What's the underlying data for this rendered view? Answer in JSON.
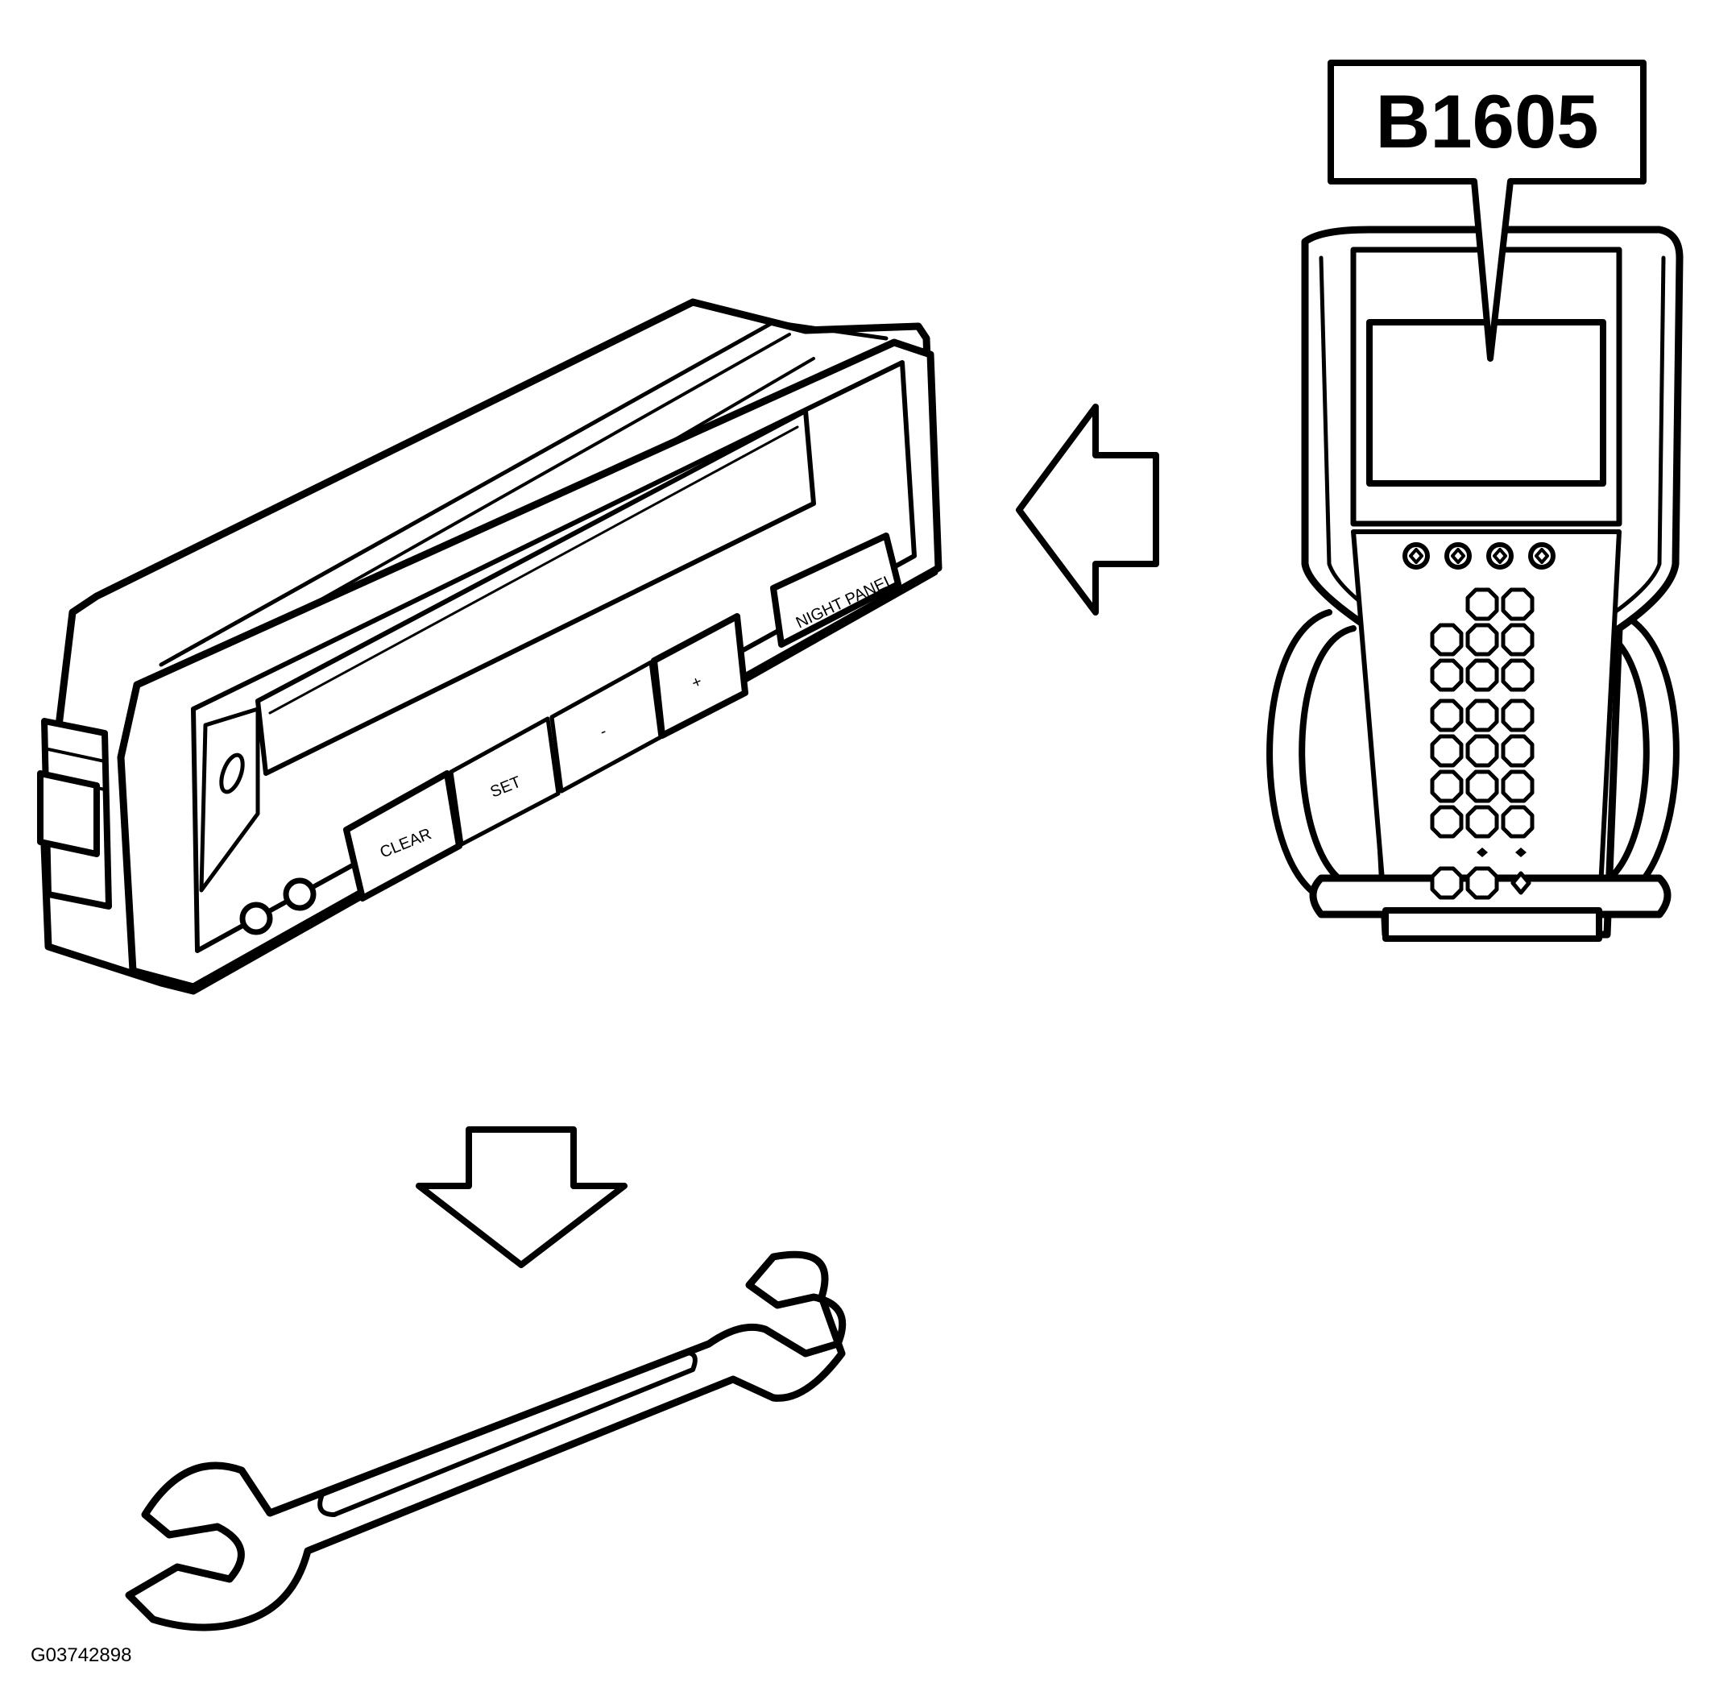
{
  "figure_id": "G03742898",
  "scan_tool": {
    "dtc_code": "B1605"
  },
  "cruise_module": {
    "buttons": {
      "clear": "CLEAR",
      "set": "SET",
      "minus": "-",
      "plus": "+",
      "night_panel": "NIGHT PANEL"
    }
  }
}
